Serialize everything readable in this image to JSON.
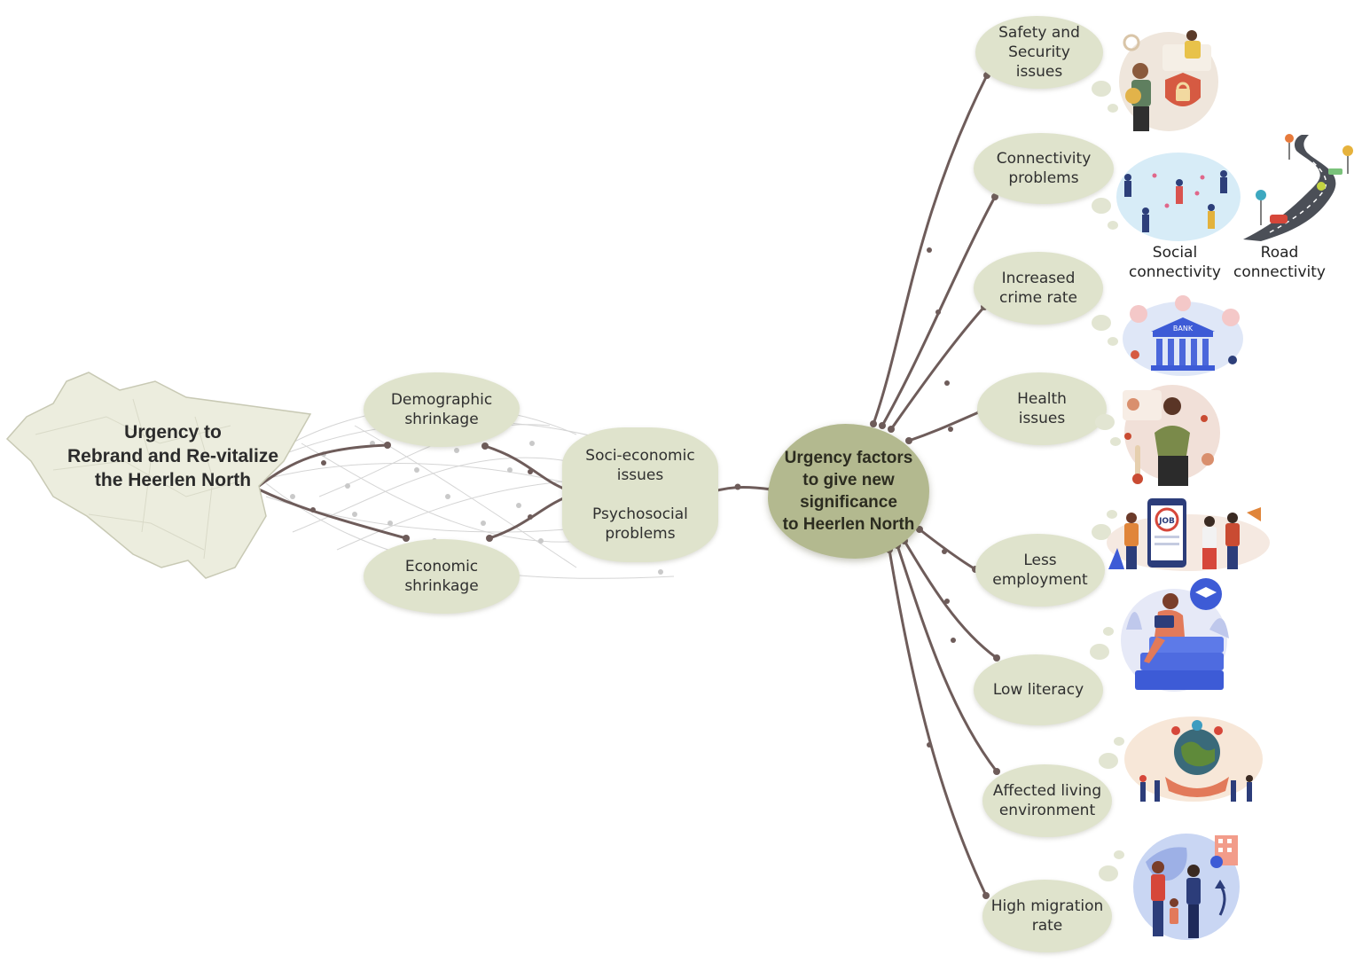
{
  "main_topic": "Urgency to\nRebrand and Re-vitalize\nthe Heerlen North",
  "branches_left": {
    "demographic": "Demographic\nshrinkage",
    "economic": "Economic\nshrinkage",
    "socio_economic": "Soci-economic\nissues",
    "psychosocial": "Psychosocial\nproblems"
  },
  "central": "Urgency factors\nto give new\nsignificance\nto Heerlen North",
  "factors": [
    "Safety and\nSecurity\nissues",
    "Connectivity\nproblems",
    "Increased\ncrime rate",
    "Health\nissues",
    "Less\nemployment",
    "Low literacy",
    "Affected living\nenvironment",
    "High migration\nrate"
  ],
  "captions": {
    "social": "Social\nconnectivity",
    "road": "Road\nconnectivity",
    "bank": "BANK",
    "job": "JOB"
  },
  "colors": {
    "blob": "#dfe3cc",
    "central": "#b3b98f",
    "connector": "#6e5c5a",
    "map": "#ecedde"
  }
}
